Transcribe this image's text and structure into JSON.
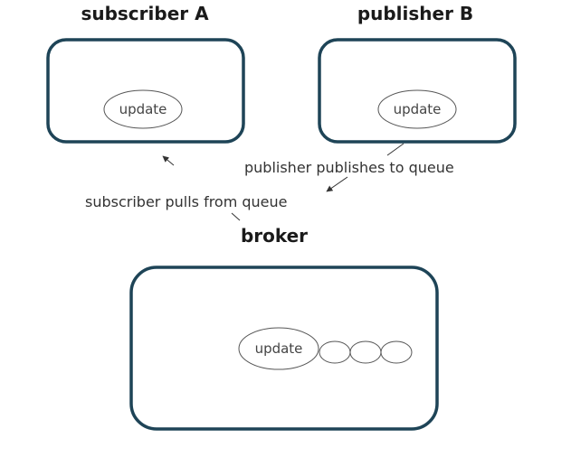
{
  "nodes": {
    "subscriber": {
      "title": "subscriber A",
      "message": "update"
    },
    "publisher": {
      "title": "publisher B",
      "message": "update"
    },
    "broker": {
      "title": "broker",
      "message": "update",
      "queued_count": 3
    }
  },
  "annotations": {
    "publish": "publisher publishes to queue",
    "pull": "subscriber pulls from queue"
  },
  "colors": {
    "box_stroke": "#1e4457",
    "ellipse_stroke": "#555555"
  }
}
